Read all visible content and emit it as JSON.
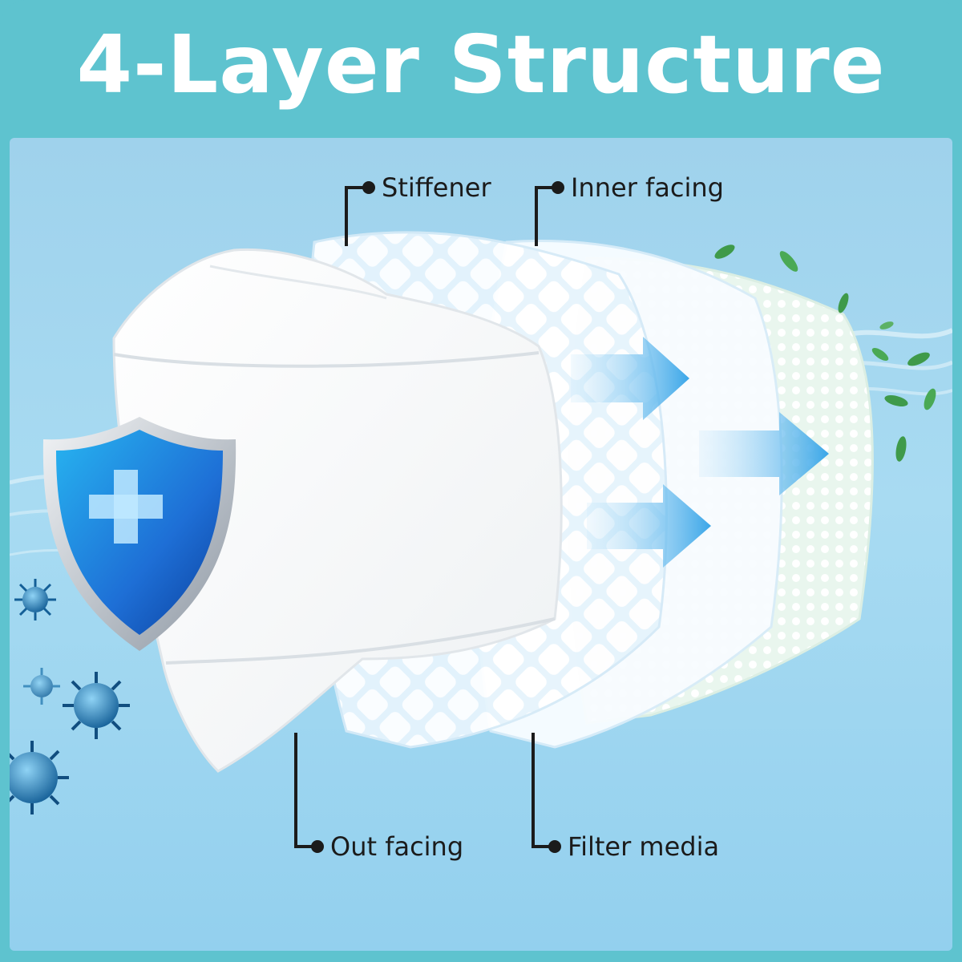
{
  "title": "4-Layer Structure",
  "callouts": {
    "stiffener": "Stiffener",
    "inner_facing": "Inner facing",
    "out_facing": "Out facing",
    "filter_media": "Filter media"
  },
  "colors": {
    "frame": "#5ec3cf",
    "panel": "#a8dbf2",
    "label_text": "#1b1b1b",
    "arrow": "#3aa6e8",
    "leaf": "#3f9a4a",
    "virus": "#1f6fa6",
    "shield": "#1e6fd6"
  },
  "icons": [
    "shield-plus-icon",
    "virus-icon",
    "leaf-icon",
    "arrow-right-icon"
  ]
}
